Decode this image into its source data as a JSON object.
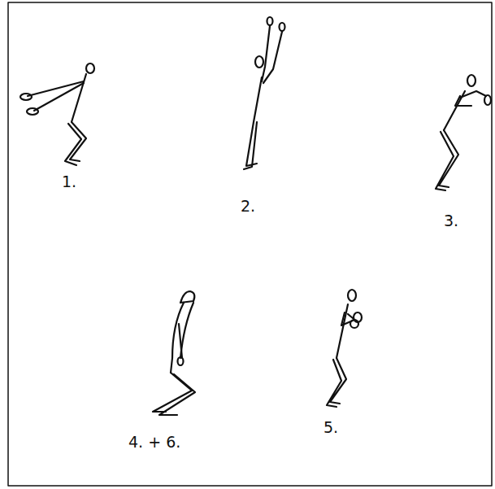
{
  "diagram": {
    "labels": [
      "1.",
      "2.",
      "3.",
      "4. + 6.",
      "5."
    ]
  }
}
